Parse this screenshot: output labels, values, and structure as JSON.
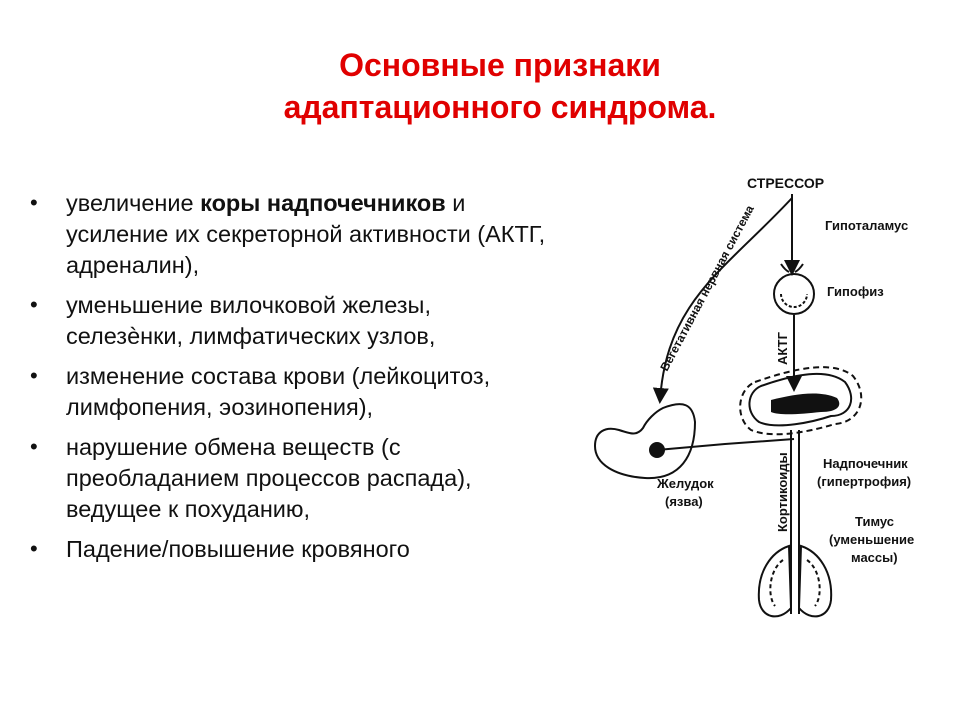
{
  "slide": {
    "title_line1": "Основные признаки",
    "title_line2": "адаптационного синдрома.",
    "title_color": "#e00000"
  },
  "bullets": [
    {
      "pre": "увеличение ",
      "bold": "коры надпочечников",
      "post": " и усиление их секреторной активности (АКТГ, адреналин),"
    },
    {
      "text": "уменьшение вилочковой железы, селезѐнки, лимфатических узлов,"
    },
    {
      "text": "изменение состава крови (лейкоцитоз, лимфопения, эозинопения),"
    },
    {
      "text": "нарушение обмена веществ (с преобладанием процессов распада), ведущее к похуданию,"
    },
    {
      "text": "Падение/повышение кровяного"
    }
  ],
  "diagram": {
    "stressor": "СТРЕССОР",
    "hypothalamus": "Гипоталамус",
    "pituitary": "Гипофиз",
    "autonomic_ns": "Вегетативная нервная система",
    "actg": "АКТГ",
    "stomach_line1": "Желудок",
    "stomach_line2": "(язва)",
    "corticoids": "Кортикоиды",
    "adrenal_line1": "Надпочечник",
    "adrenal_line2": "(гипертрофия)",
    "thymus_line1": "Тимус",
    "thymus_line2": "(уменьшение",
    "thymus_line3": "массы)"
  }
}
